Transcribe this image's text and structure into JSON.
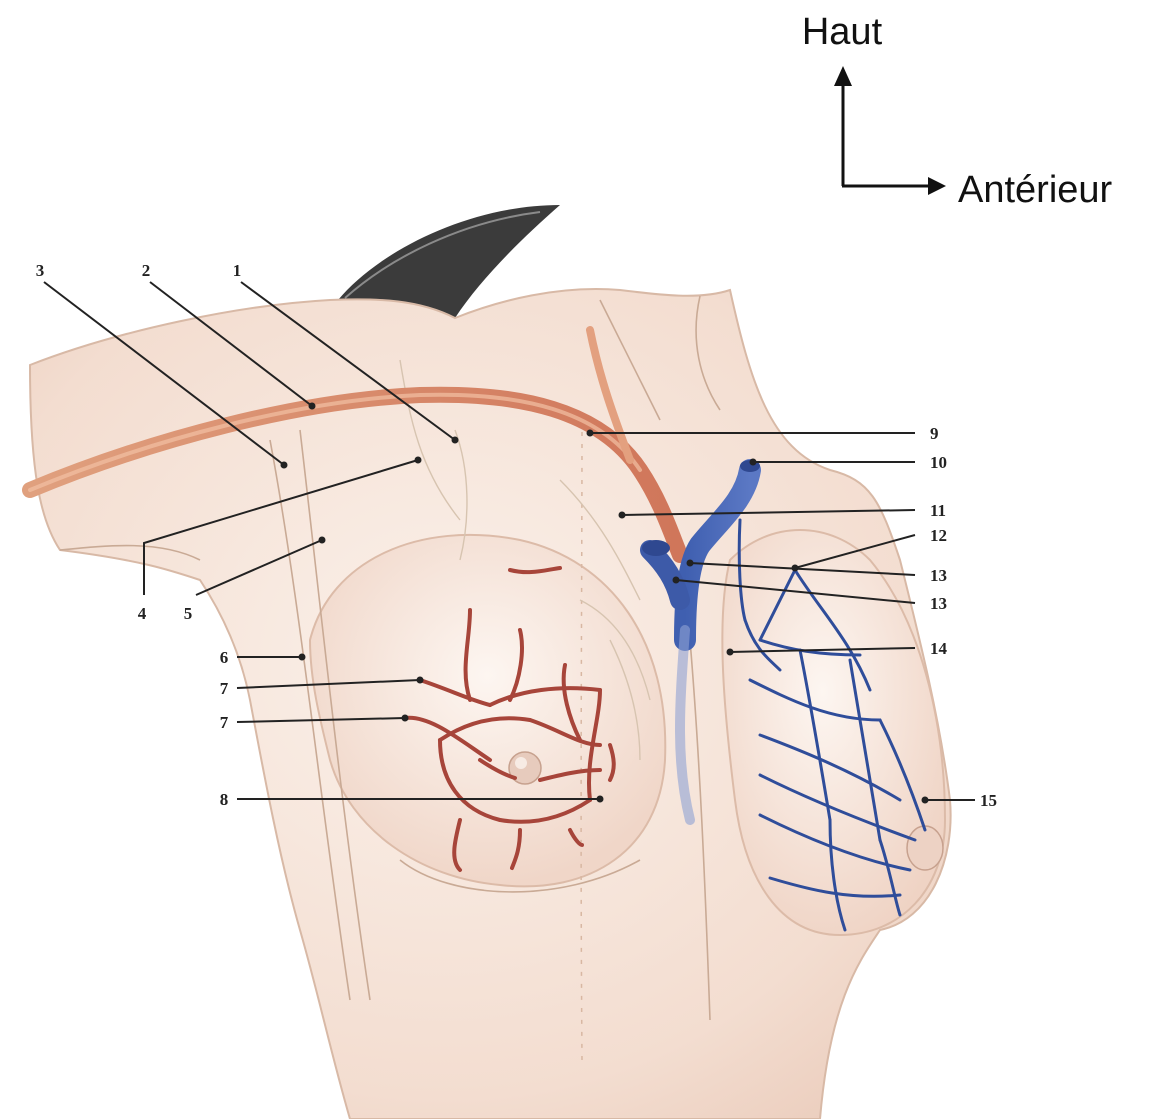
{
  "orientation": {
    "up_label": "Haut",
    "forward_label": "Antérieur"
  },
  "labels": [
    {
      "id": "l1",
      "text": "1"
    },
    {
      "id": "l2",
      "text": "2"
    },
    {
      "id": "l3",
      "text": "3"
    },
    {
      "id": "l4",
      "text": "4"
    },
    {
      "id": "l5",
      "text": "5"
    },
    {
      "id": "l6",
      "text": "6"
    },
    {
      "id": "l7a",
      "text": "7"
    },
    {
      "id": "l7b",
      "text": "7"
    },
    {
      "id": "l8",
      "text": "8"
    },
    {
      "id": "l9",
      "text": "9"
    },
    {
      "id": "l10",
      "text": "10"
    },
    {
      "id": "l11",
      "text": "11"
    },
    {
      "id": "l12",
      "text": "12"
    },
    {
      "id": "l13a",
      "text": "13"
    },
    {
      "id": "l13b",
      "text": "13"
    },
    {
      "id": "l14",
      "text": "14"
    },
    {
      "id": "l15",
      "text": "15"
    }
  ],
  "colors": {
    "artery": "#b04a3c",
    "subclavian_artery": "#d98a6a",
    "vein": "#3d5aa8",
    "skin": "#f4e2d6",
    "hair": "#3a3a3a"
  }
}
